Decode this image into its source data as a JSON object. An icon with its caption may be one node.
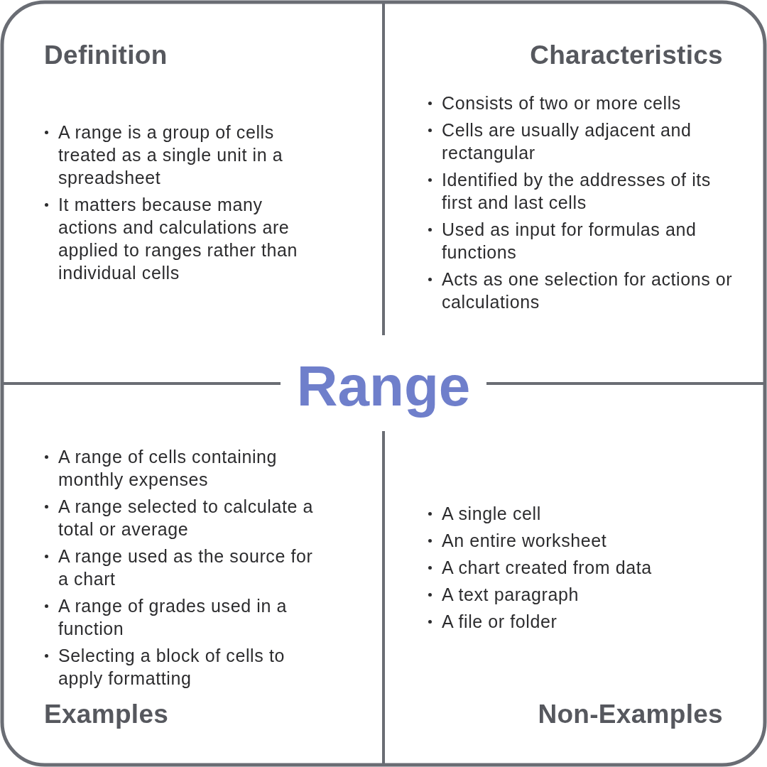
{
  "diagram": {
    "title": "Range",
    "nodes": [
      {
        "text": [
          "Definition",
          "A range is a group of cells treated as a single unit in a spreadsheet",
          "It matters because many actions and calculations are applied to ranges rather than individual cells"
        ]
      },
      {
        "text": [
          "Characteristics",
          "Consists of two or more cells",
          "Cells are usually adjacent and rectangular",
          "Identified by the addresses of its first and last cells",
          "Used as input for formulas and functions",
          "Acts as one selection for actions or calculations"
        ]
      },
      {
        "text": [
          "A range of cells containing monthly expenses",
          "A range selected to calculate a total or average",
          "A range used as the source for a chart",
          "A range of grades used in a function",
          "Selecting a block of cells to apply formatting",
          "Examples"
        ]
      },
      {
        "text": [
          "A single cell",
          "An entire worksheet",
          "A chart created from data",
          "A text paragraph",
          "A file or folder",
          "Non-Examples"
        ]
      }
    ]
  }
}
